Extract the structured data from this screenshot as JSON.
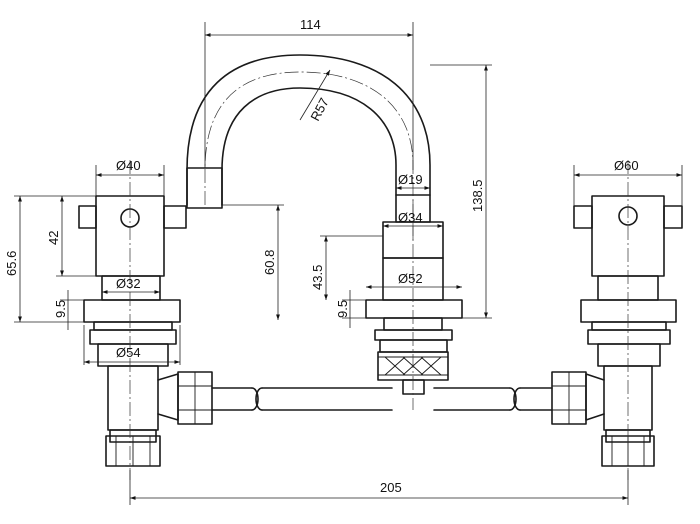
{
  "dimensions": {
    "spout_reach": "114",
    "spout_radius": "R57",
    "spout_outlet_dia": "Ø19",
    "spout_stem_dia": "Ø34",
    "spout_base_dia": "Ø52",
    "overall_height": "138.5",
    "outlet_height": "60.8",
    "spout_body_height": "43.5",
    "spout_flange_height": "9.5",
    "left_handle_dia": "Ø40",
    "left_body_dia": "Ø32",
    "left_nut_dia": "Ø54",
    "left_handle_height": "42",
    "left_overall_height": "65.6",
    "left_flange_height": "9.5",
    "right_handle_dia": "Ø60",
    "overall_width": "205"
  }
}
